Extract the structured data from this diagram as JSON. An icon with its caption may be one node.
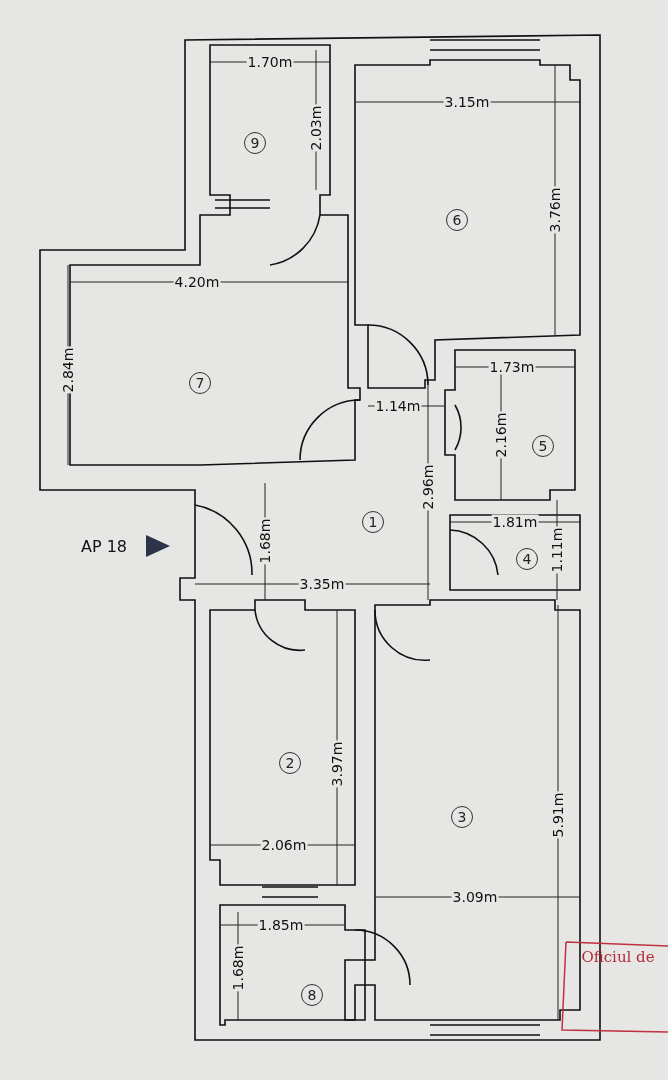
{
  "diagram": {
    "nodes": [
      {
        "text": [
          "9"
        ]
      },
      {
        "text": [
          "6"
        ]
      },
      {
        "text": [
          "7"
        ]
      },
      {
        "text": [
          "5"
        ]
      },
      {
        "text": [
          "1"
        ]
      },
      {
        "text": [
          "4"
        ]
      },
      {
        "text": [
          "2"
        ]
      },
      {
        "text": [
          "3"
        ]
      },
      {
        "text": [
          "8"
        ]
      }
    ],
    "edges": [],
    "labels": [
      "1.70m",
      "2.03m",
      "3.15m",
      "3.76m",
      "4.20m",
      "2.84m",
      "1.73m",
      "1.14m",
      "2.16m",
      "2.96m",
      "1.81m",
      "AP 18",
      "1.68m",
      "1.11m",
      "3.35m",
      "3.97m",
      "2.06m",
      "3.09m",
      "5.91m",
      "1.85m",
      "Oficiul de",
      "1.68m"
    ]
  }
}
